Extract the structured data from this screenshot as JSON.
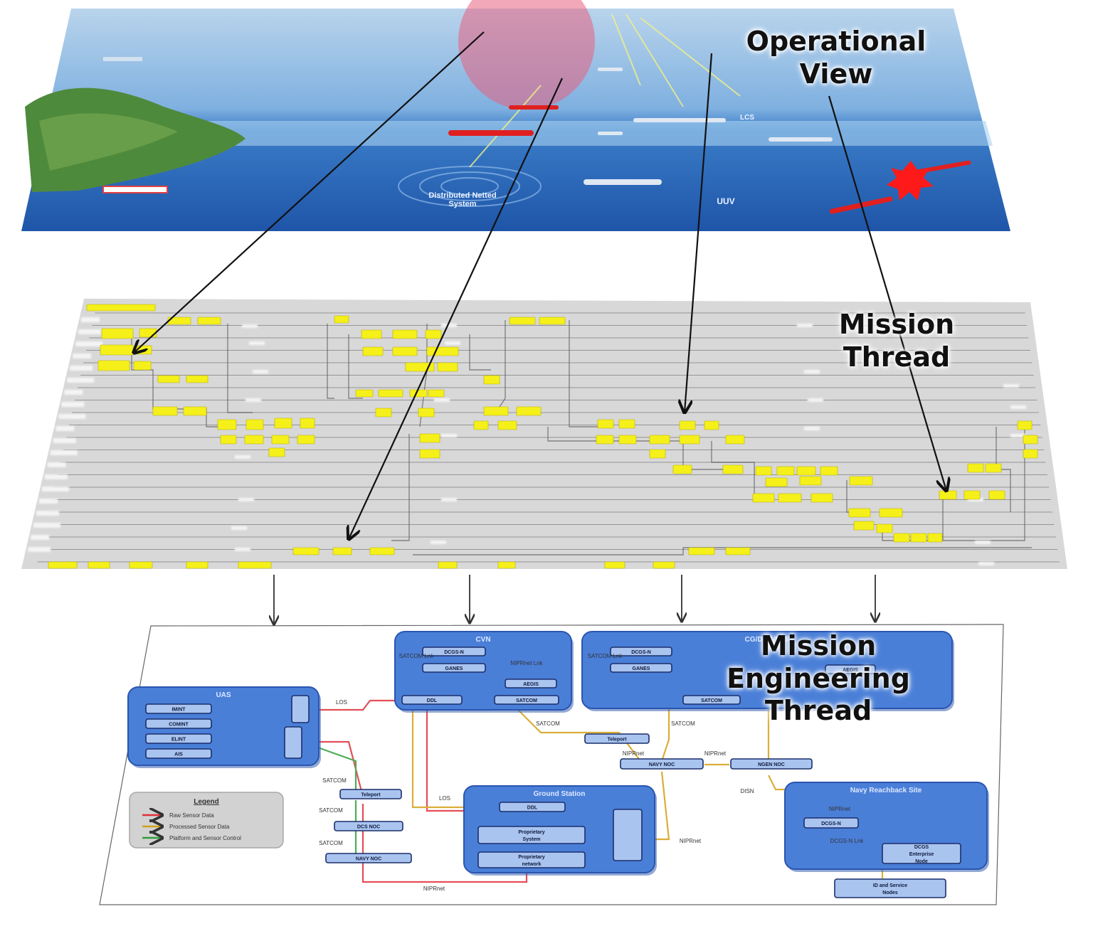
{
  "labels": {
    "operational_view": [
      "Operational",
      "View"
    ],
    "mission_thread": [
      "Mission",
      "Thread"
    ],
    "mission_engineering_thread": [
      "Mission",
      "Engineering",
      "Thread"
    ]
  },
  "operational_view_scene": {
    "tags": [
      "Distributed Netted",
      "System",
      "UUV",
      "LCS"
    ]
  },
  "engineering_diagram": {
    "uas": {
      "title": "UAS",
      "items": [
        "IMINT",
        "COMINT",
        "ELINT",
        "AIS"
      ]
    },
    "cvn": {
      "title": "CVN",
      "items": [
        "DCGS-N",
        "GANES",
        "AEGIS",
        "DDL",
        "SATCOM"
      ]
    },
    "cg": {
      "title": "CG/DDG/LCS",
      "items": [
        "DCGS-N",
        "GANES",
        "AEGIS",
        "SATCOM"
      ]
    },
    "ground_station": {
      "title": "Ground Station",
      "items": [
        "DDL",
        "Proprietary System",
        "Proprietary network"
      ]
    },
    "reachback": {
      "title": "Navy Reachback Site",
      "items": [
        "DCGS-N",
        "DCGS Enterprise Node"
      ]
    },
    "id_service_nodes": "ID and Service Nodes",
    "relays": [
      "Teleport",
      "DCS NOC",
      "NAVY NOC",
      "Teleport",
      "NAVY NOC",
      "NGEN NOC"
    ],
    "link_labels": [
      "LOS",
      "SATCOM",
      "SATCOM",
      "SATCOM",
      "LOS",
      "NIPRnet",
      "NIPRnet",
      "NIPRnet",
      "DISN"
    ],
    "legend": {
      "title": "Legend",
      "items": [
        {
          "label": "Raw Sensor Data",
          "color": "#e0303a"
        },
        {
          "label": "Processed Sensor Data",
          "color": "#d4a017"
        },
        {
          "label": "Platform and Sensor Control",
          "color": "#2e9e3a"
        }
      ]
    }
  },
  "colors": {
    "sky": "#8fb8dc",
    "sea": "#2f64b4",
    "sensor_circle": "#e86080",
    "threat": "#ff1a1a",
    "thread_node": "#f5f01a",
    "panel_blue": "#4a7fd8",
    "node_fill": "#aac4f0"
  }
}
